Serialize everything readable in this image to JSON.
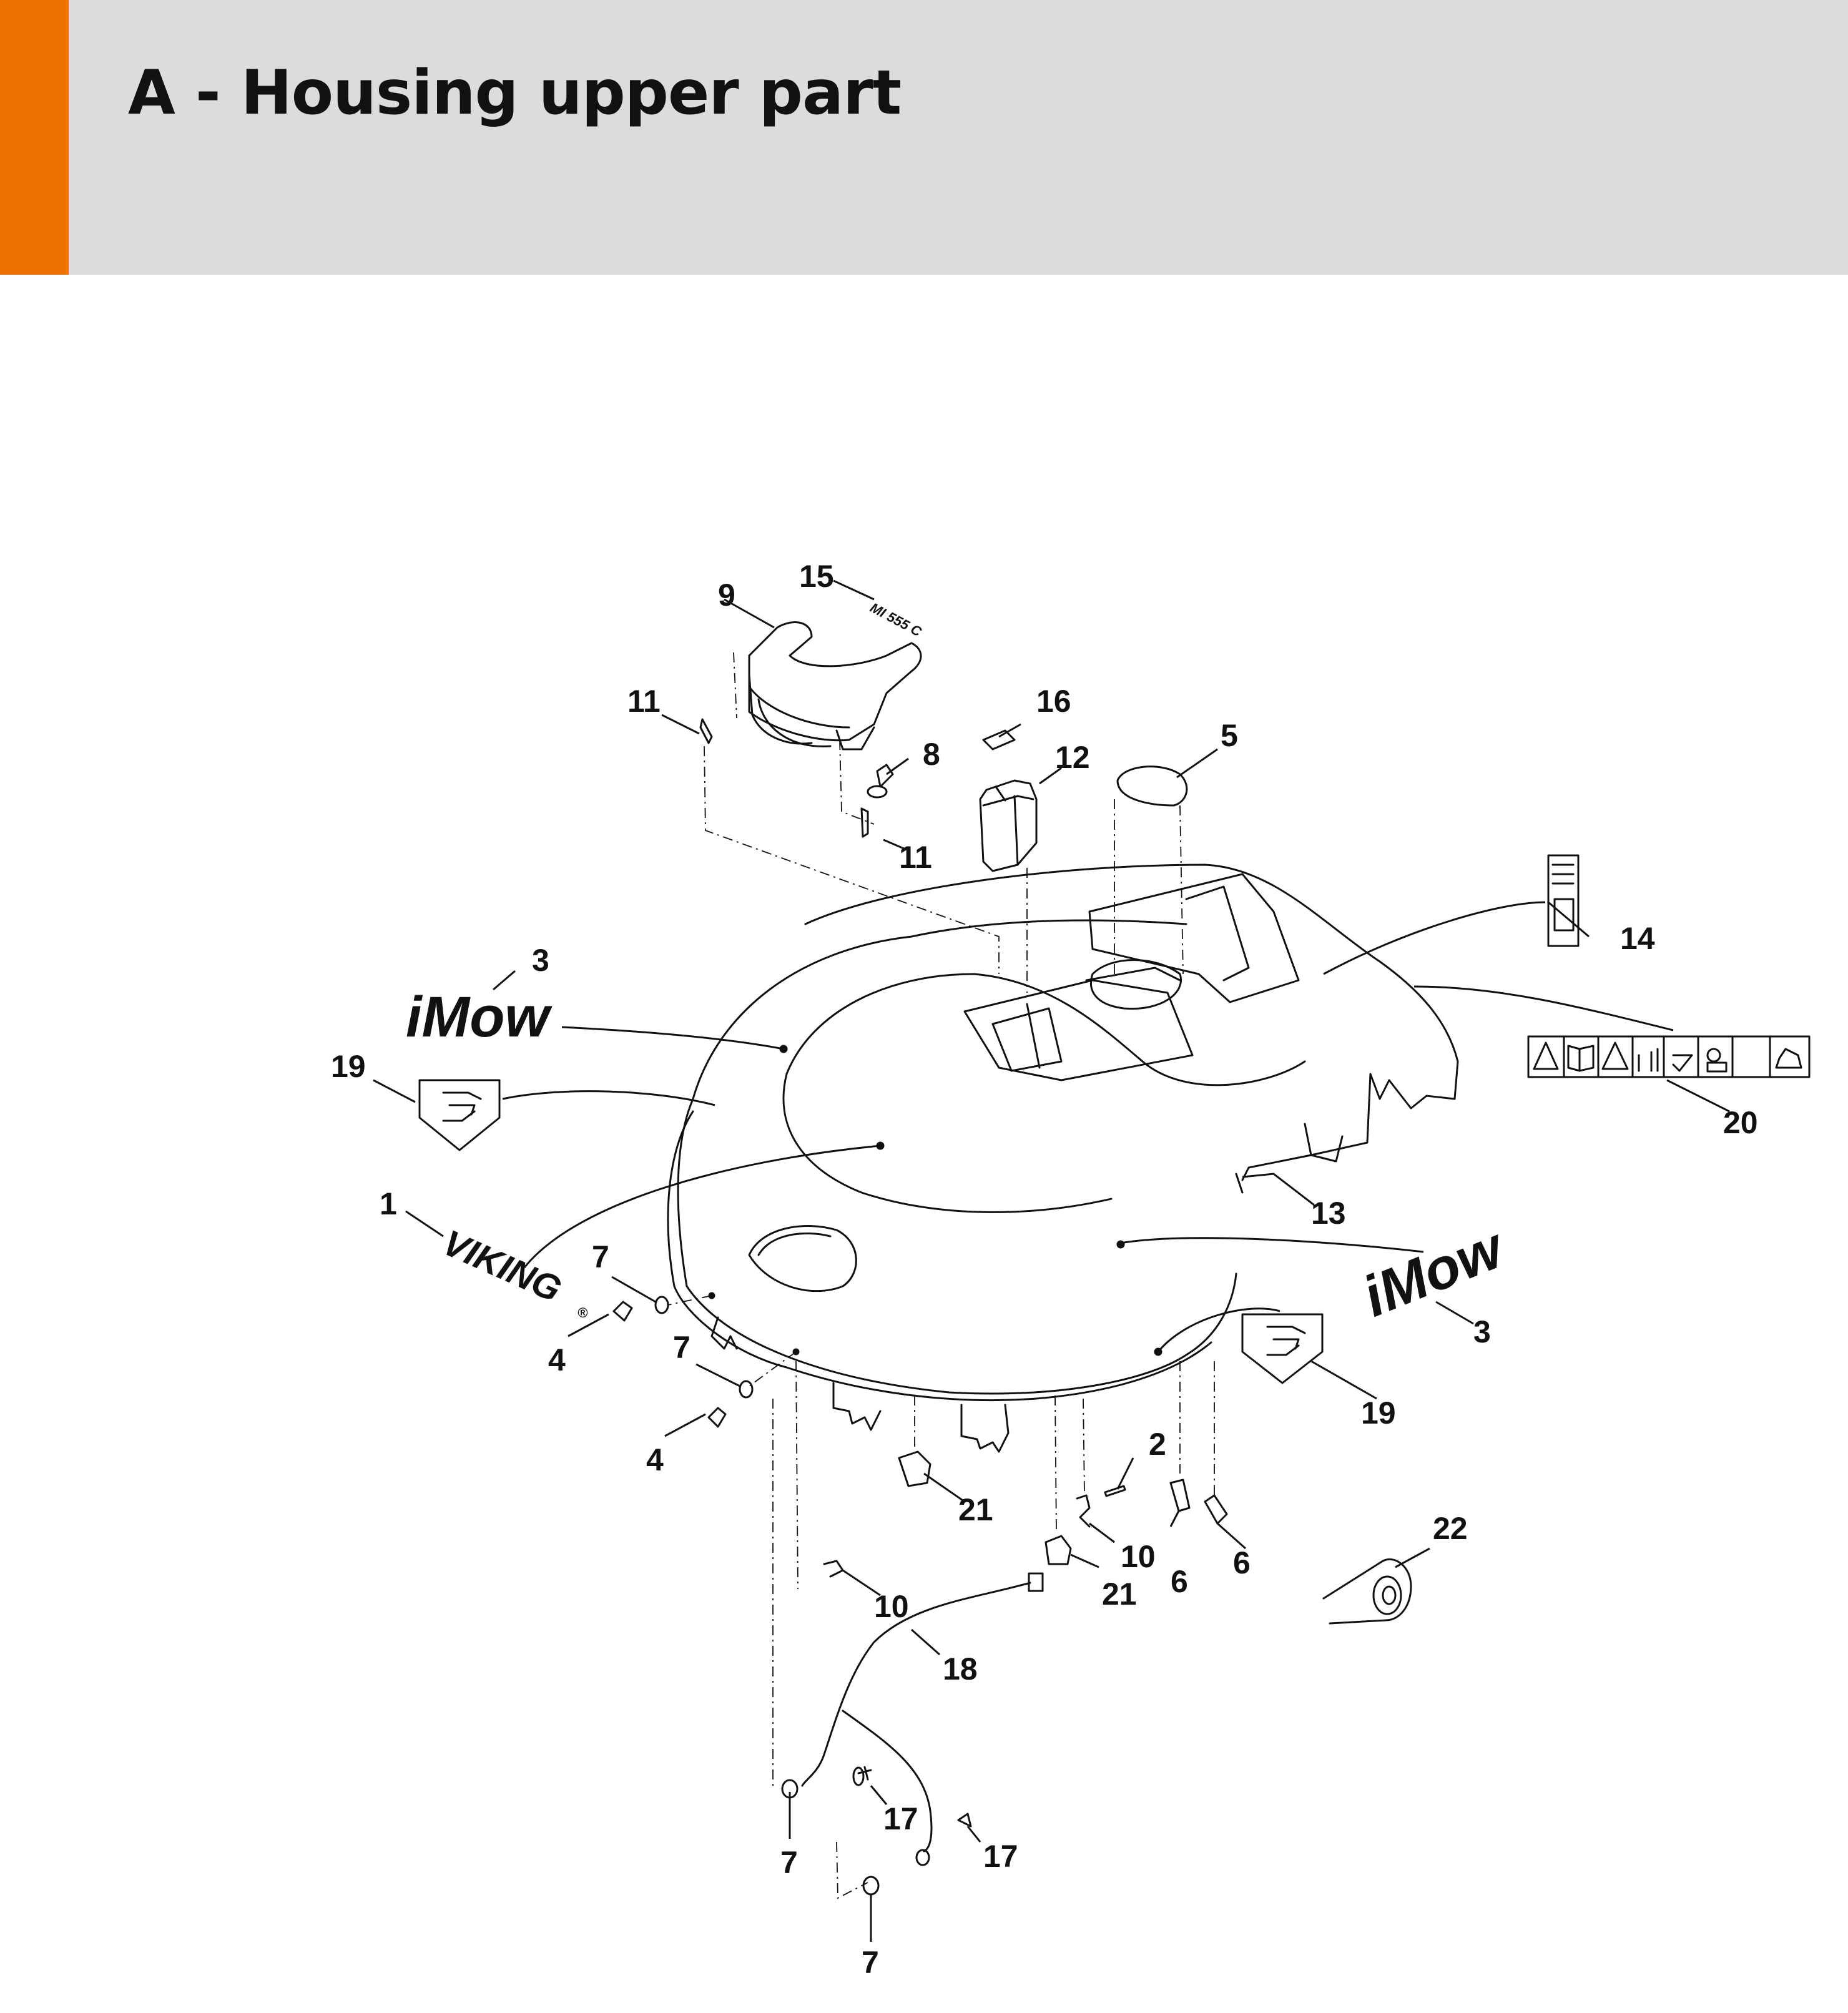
{
  "header": {
    "title": "A - Housing upper part",
    "accent_color": "#ef7100",
    "background_color": "#dcdcdb"
  },
  "diagram": {
    "decal_imow_text": "iMow",
    "decal_viking_text": "VIKING",
    "registered_mark": "®",
    "model_text": "MI 555 C",
    "parts": {
      "p1": "1",
      "p2": "2",
      "p3a": "3",
      "p3b": "3",
      "p4a": "4",
      "p4b": "4",
      "p5": "5",
      "p6a": "6",
      "p6b": "6",
      "p7a": "7",
      "p7b": "7",
      "p7c": "7",
      "p7d": "7",
      "p8": "8",
      "p9": "9",
      "p10a": "10",
      "p10b": "10",
      "p11a": "11",
      "p11b": "11",
      "p12": "12",
      "p13": "13",
      "p14": "14",
      "p15": "15",
      "p16": "16",
      "p17a": "17",
      "p17b": "17",
      "p18": "18",
      "p19a": "19",
      "p19b": "19",
      "p20": "20",
      "p21a": "21",
      "p21b": "21",
      "p22": "22"
    },
    "icons": [
      "warning-icon",
      "manual-icon",
      "warning-blade-icon",
      "distance-icon",
      "check-icon",
      "key-icon",
      "book-icon",
      "mower-icon"
    ]
  }
}
